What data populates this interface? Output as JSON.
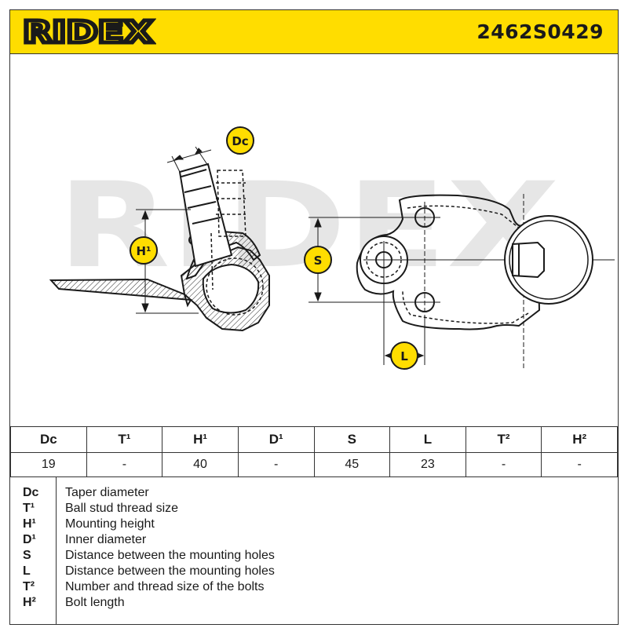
{
  "header": {
    "brand": "RIDEX",
    "part_number": "2462S0429",
    "background_color": "#ffdd00"
  },
  "drawing": {
    "watermark": "RIDEX",
    "callouts": {
      "dc": "Dc",
      "h1": "H¹",
      "s": "S",
      "l": "L"
    },
    "callout_color": "#ffdd00"
  },
  "spec_table": {
    "headers": [
      "Dc",
      "T¹",
      "H¹",
      "D¹",
      "S",
      "L",
      "T²",
      "H²"
    ],
    "values": [
      "19",
      "-",
      "40",
      "-",
      "45",
      "23",
      "-",
      "-"
    ]
  },
  "legend": [
    {
      "code": "Dc",
      "description": "Taper diameter"
    },
    {
      "code": "T¹",
      "description": "Ball stud thread size"
    },
    {
      "code": "H¹",
      "description": "Mounting height"
    },
    {
      "code": "D¹",
      "description": "Inner diameter"
    },
    {
      "code": "S",
      "description": "Distance between the mounting holes"
    },
    {
      "code": "L",
      "description": "Distance between the mounting holes"
    },
    {
      "code": "T²",
      "description": "Number and thread size of the bolts"
    },
    {
      "code": "H²",
      "description": "Bolt length"
    }
  ]
}
